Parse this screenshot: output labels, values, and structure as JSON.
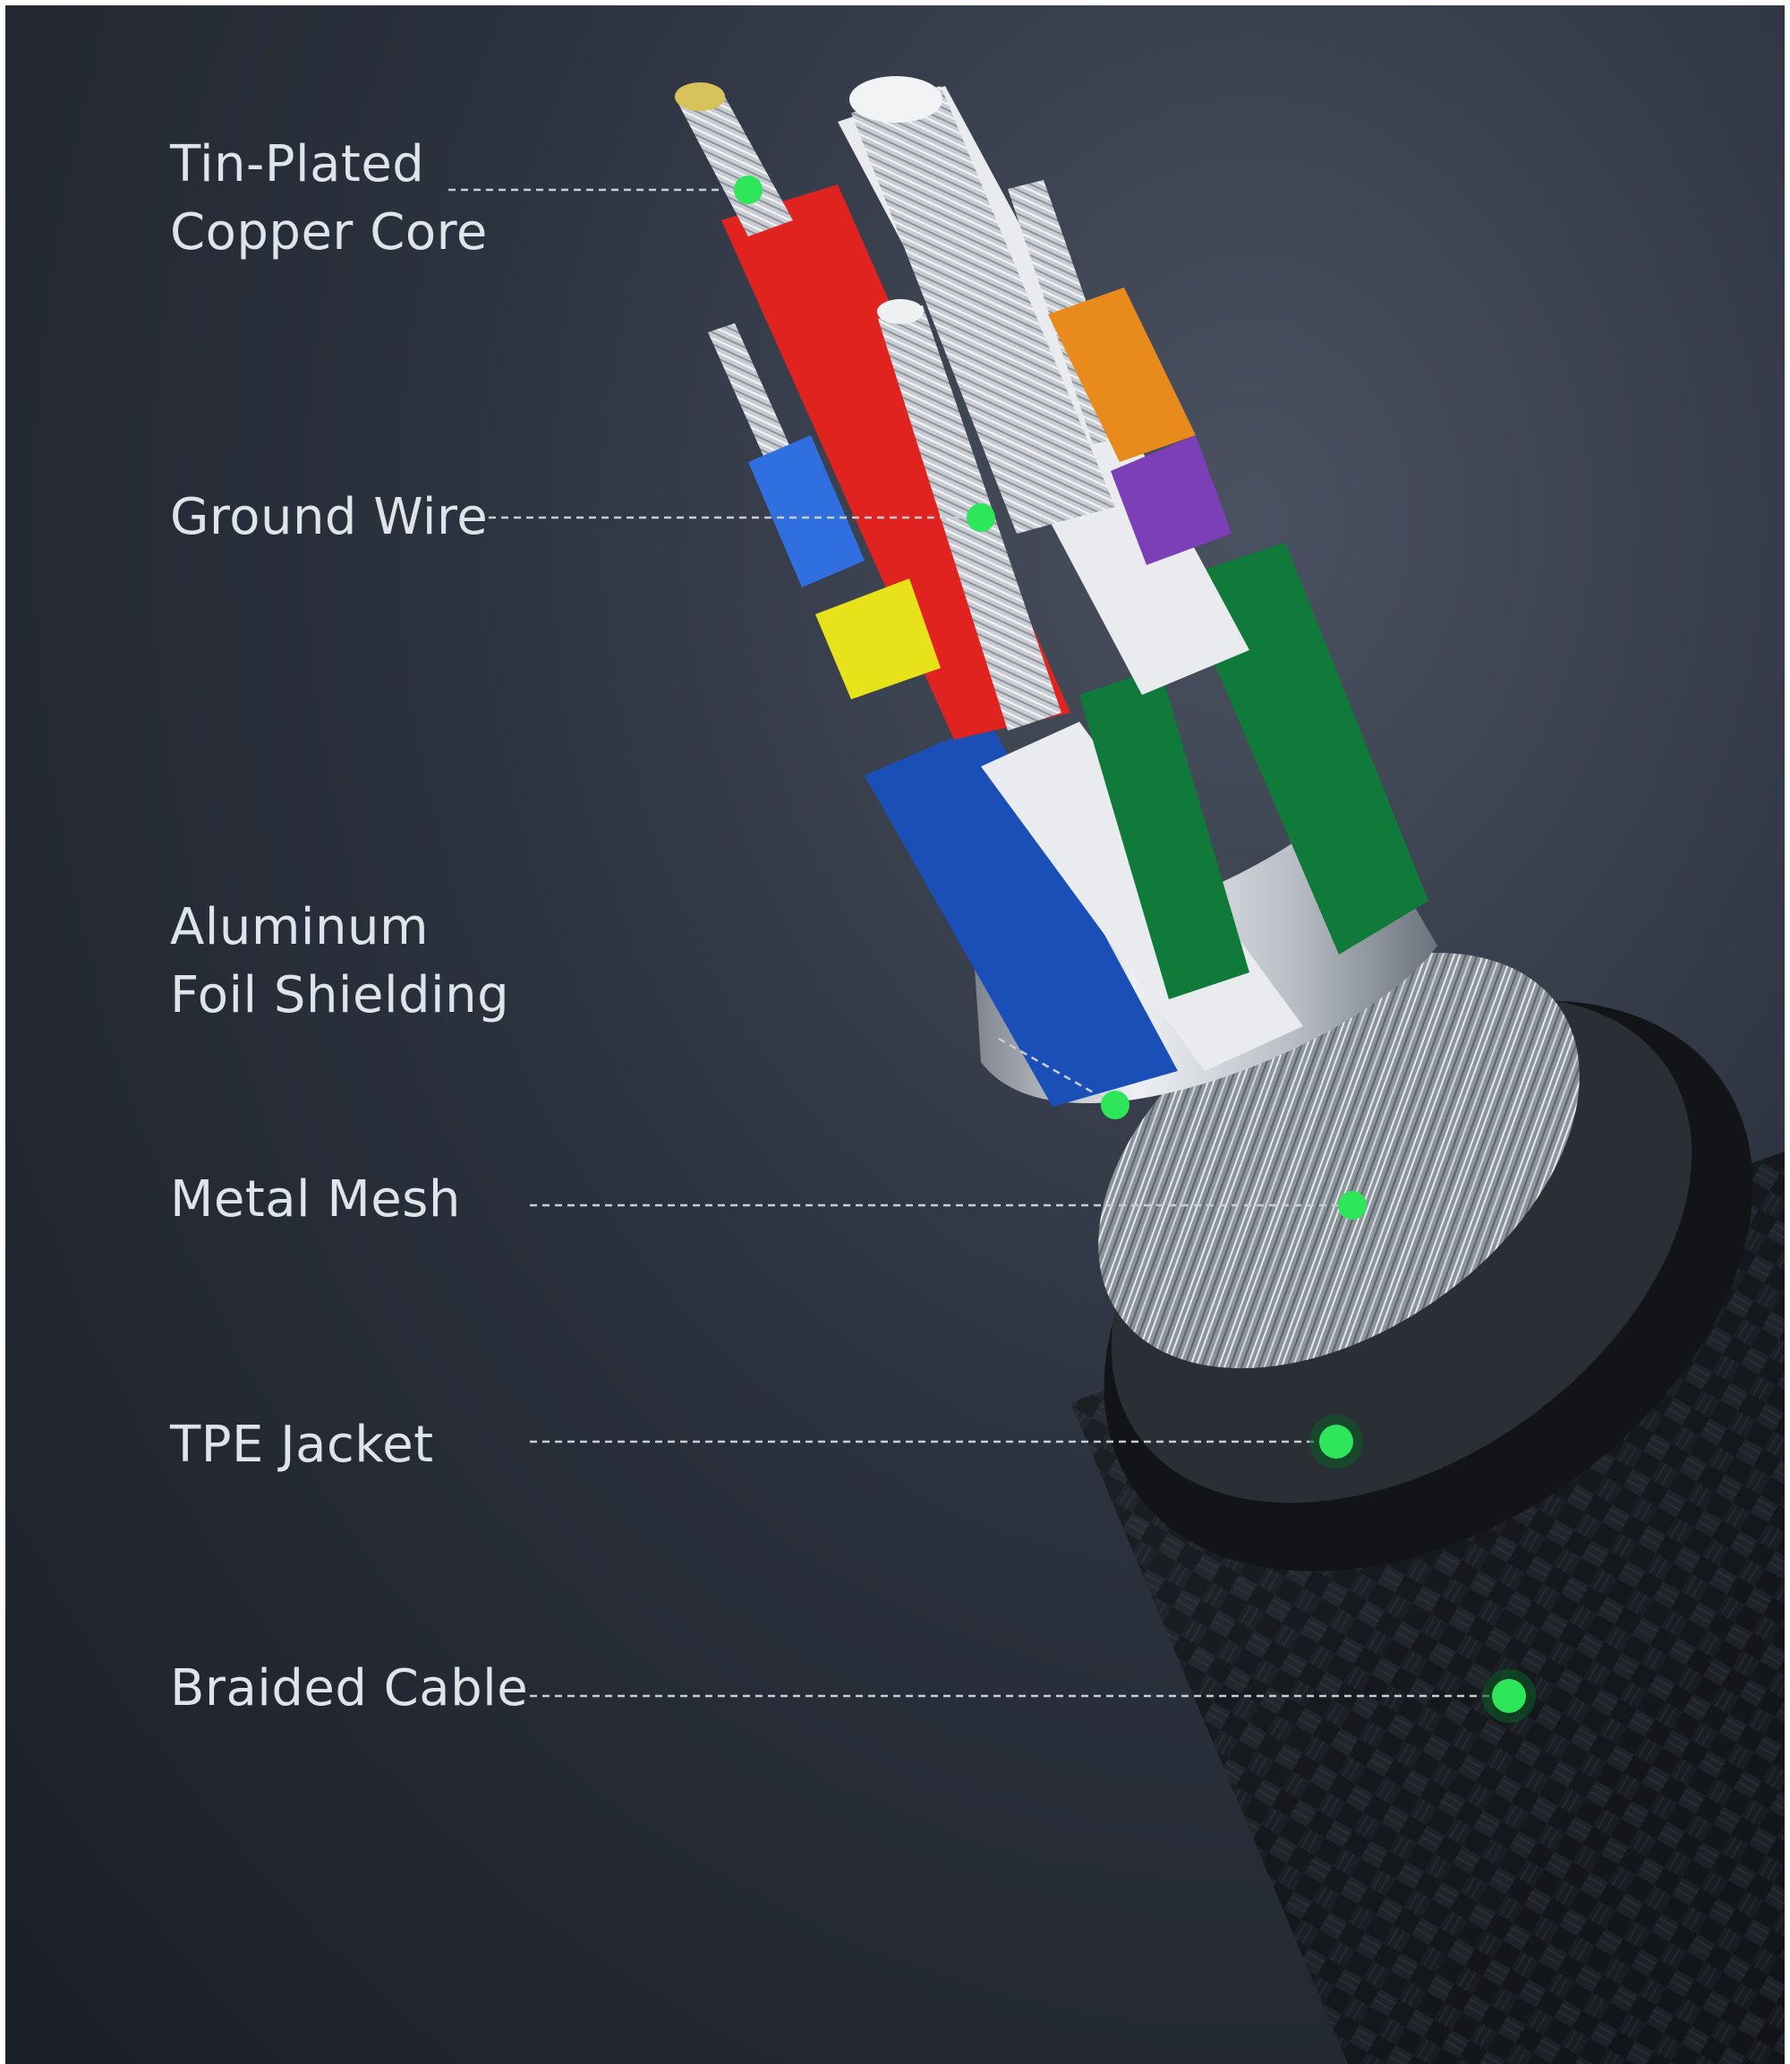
{
  "callouts": [
    {
      "id": "tin-plated-copper-core",
      "lines": [
        "Tin-Plated",
        "Copper Core"
      ]
    },
    {
      "id": "ground-wire",
      "lines": [
        "Ground Wire"
      ]
    },
    {
      "id": "aluminum-foil-shielding",
      "lines": [
        "Aluminum",
        "Foil Shielding"
      ]
    },
    {
      "id": "metal-mesh",
      "lines": [
        "Metal Mesh"
      ]
    },
    {
      "id": "tpe-jacket",
      "lines": [
        "TPE Jacket"
      ]
    },
    {
      "id": "braided-cable",
      "lines": [
        "Braided Cable"
      ]
    }
  ],
  "colors": {
    "marker": "#2ee65a",
    "label_text": "#dfe3ea",
    "leader_line": "#c9ced6",
    "wire_red": "#e0231f",
    "wire_white": "#e9ebee",
    "wire_green": "#0f7a3a",
    "wire_blue": "#1b4fb8",
    "wire_yellow": "#e8e21a",
    "wire_purple": "#7d3fb8",
    "wire_orange": "#e88a1c",
    "foil_silver": "#c8ccd2",
    "jacket_black": "#1c1f24"
  }
}
